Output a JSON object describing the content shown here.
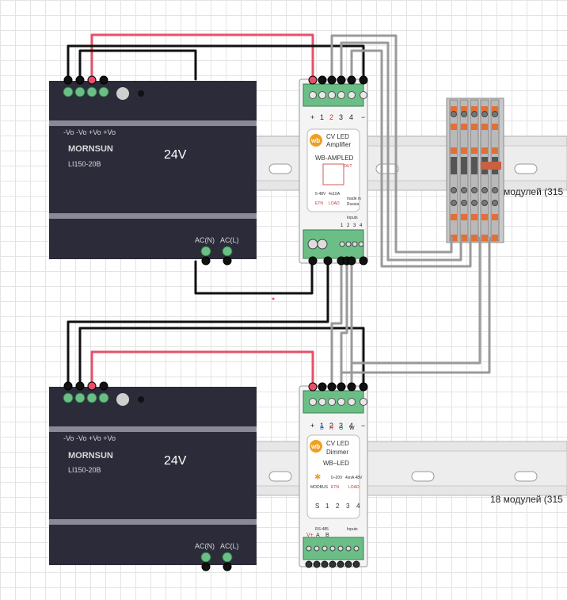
{
  "psu_top": {
    "terminal_labels": "-Vo -Vo +Vo +Vo",
    "brand": "MORNSUN",
    "model": "LI150-20B",
    "voltage": "24V",
    "ac_n": "AC(N)",
    "ac_l": "AC(L)"
  },
  "psu_bottom": {
    "terminal_labels": "-Vo -Vo +Vo +Vo",
    "brand": "MORNSUN",
    "model": "LI150-20B",
    "voltage": "24V",
    "ac_n": "AC(N)",
    "ac_l": "AC(L)"
  },
  "amplifier": {
    "logo": "wb",
    "title_line1": "CV LED",
    "title_line2": "Amplifier",
    "model": "WB-AMPLED",
    "out_label": "OUT",
    "spec_left": "5-48V",
    "spec_left2": "ETN",
    "spec_mid": "4x10A",
    "spec_mid2": "LOAD",
    "made_in": "made in",
    "country": "Russia",
    "inputs_label": "Inputs",
    "terminals": [
      "+",
      "1",
      "2",
      "3",
      "4",
      "−"
    ],
    "input_numbers": [
      "1",
      "2",
      "3",
      "4"
    ]
  },
  "dimmer": {
    "logo": "wb",
    "title_line1": "CV LED",
    "title_line2": "Dimmer",
    "model": "WB–LED",
    "modbus": "MODBUS",
    "spec_left": "0–20V",
    "spec_left2": "ETN",
    "spec_right": "4xnA 48V",
    "spec_right2": "LOAD",
    "terminals_top": [
      "+",
      "1",
      "2",
      "3",
      "4",
      "−"
    ],
    "channels": [
      "B",
      "R",
      "G",
      "W"
    ],
    "bottom_numbers": [
      "S",
      "1",
      "2",
      "3",
      "4"
    ],
    "rs485": "RS-485",
    "inputs_label": "Inputs",
    "bottom_terms": [
      "V+",
      "A",
      "B"
    ]
  },
  "rail_top_label": "модулей (315",
  "rail_bottom_label": "18 модулей (315",
  "colors": {
    "psu_body": "#2b2b3a",
    "wire_red": "#e8506a",
    "wire_black": "#111111",
    "wire_gray": "#9a9a9a",
    "terminal_green": "#6bbf86",
    "rail": "#e0e0e0",
    "wb_orange": "#f0a020"
  }
}
